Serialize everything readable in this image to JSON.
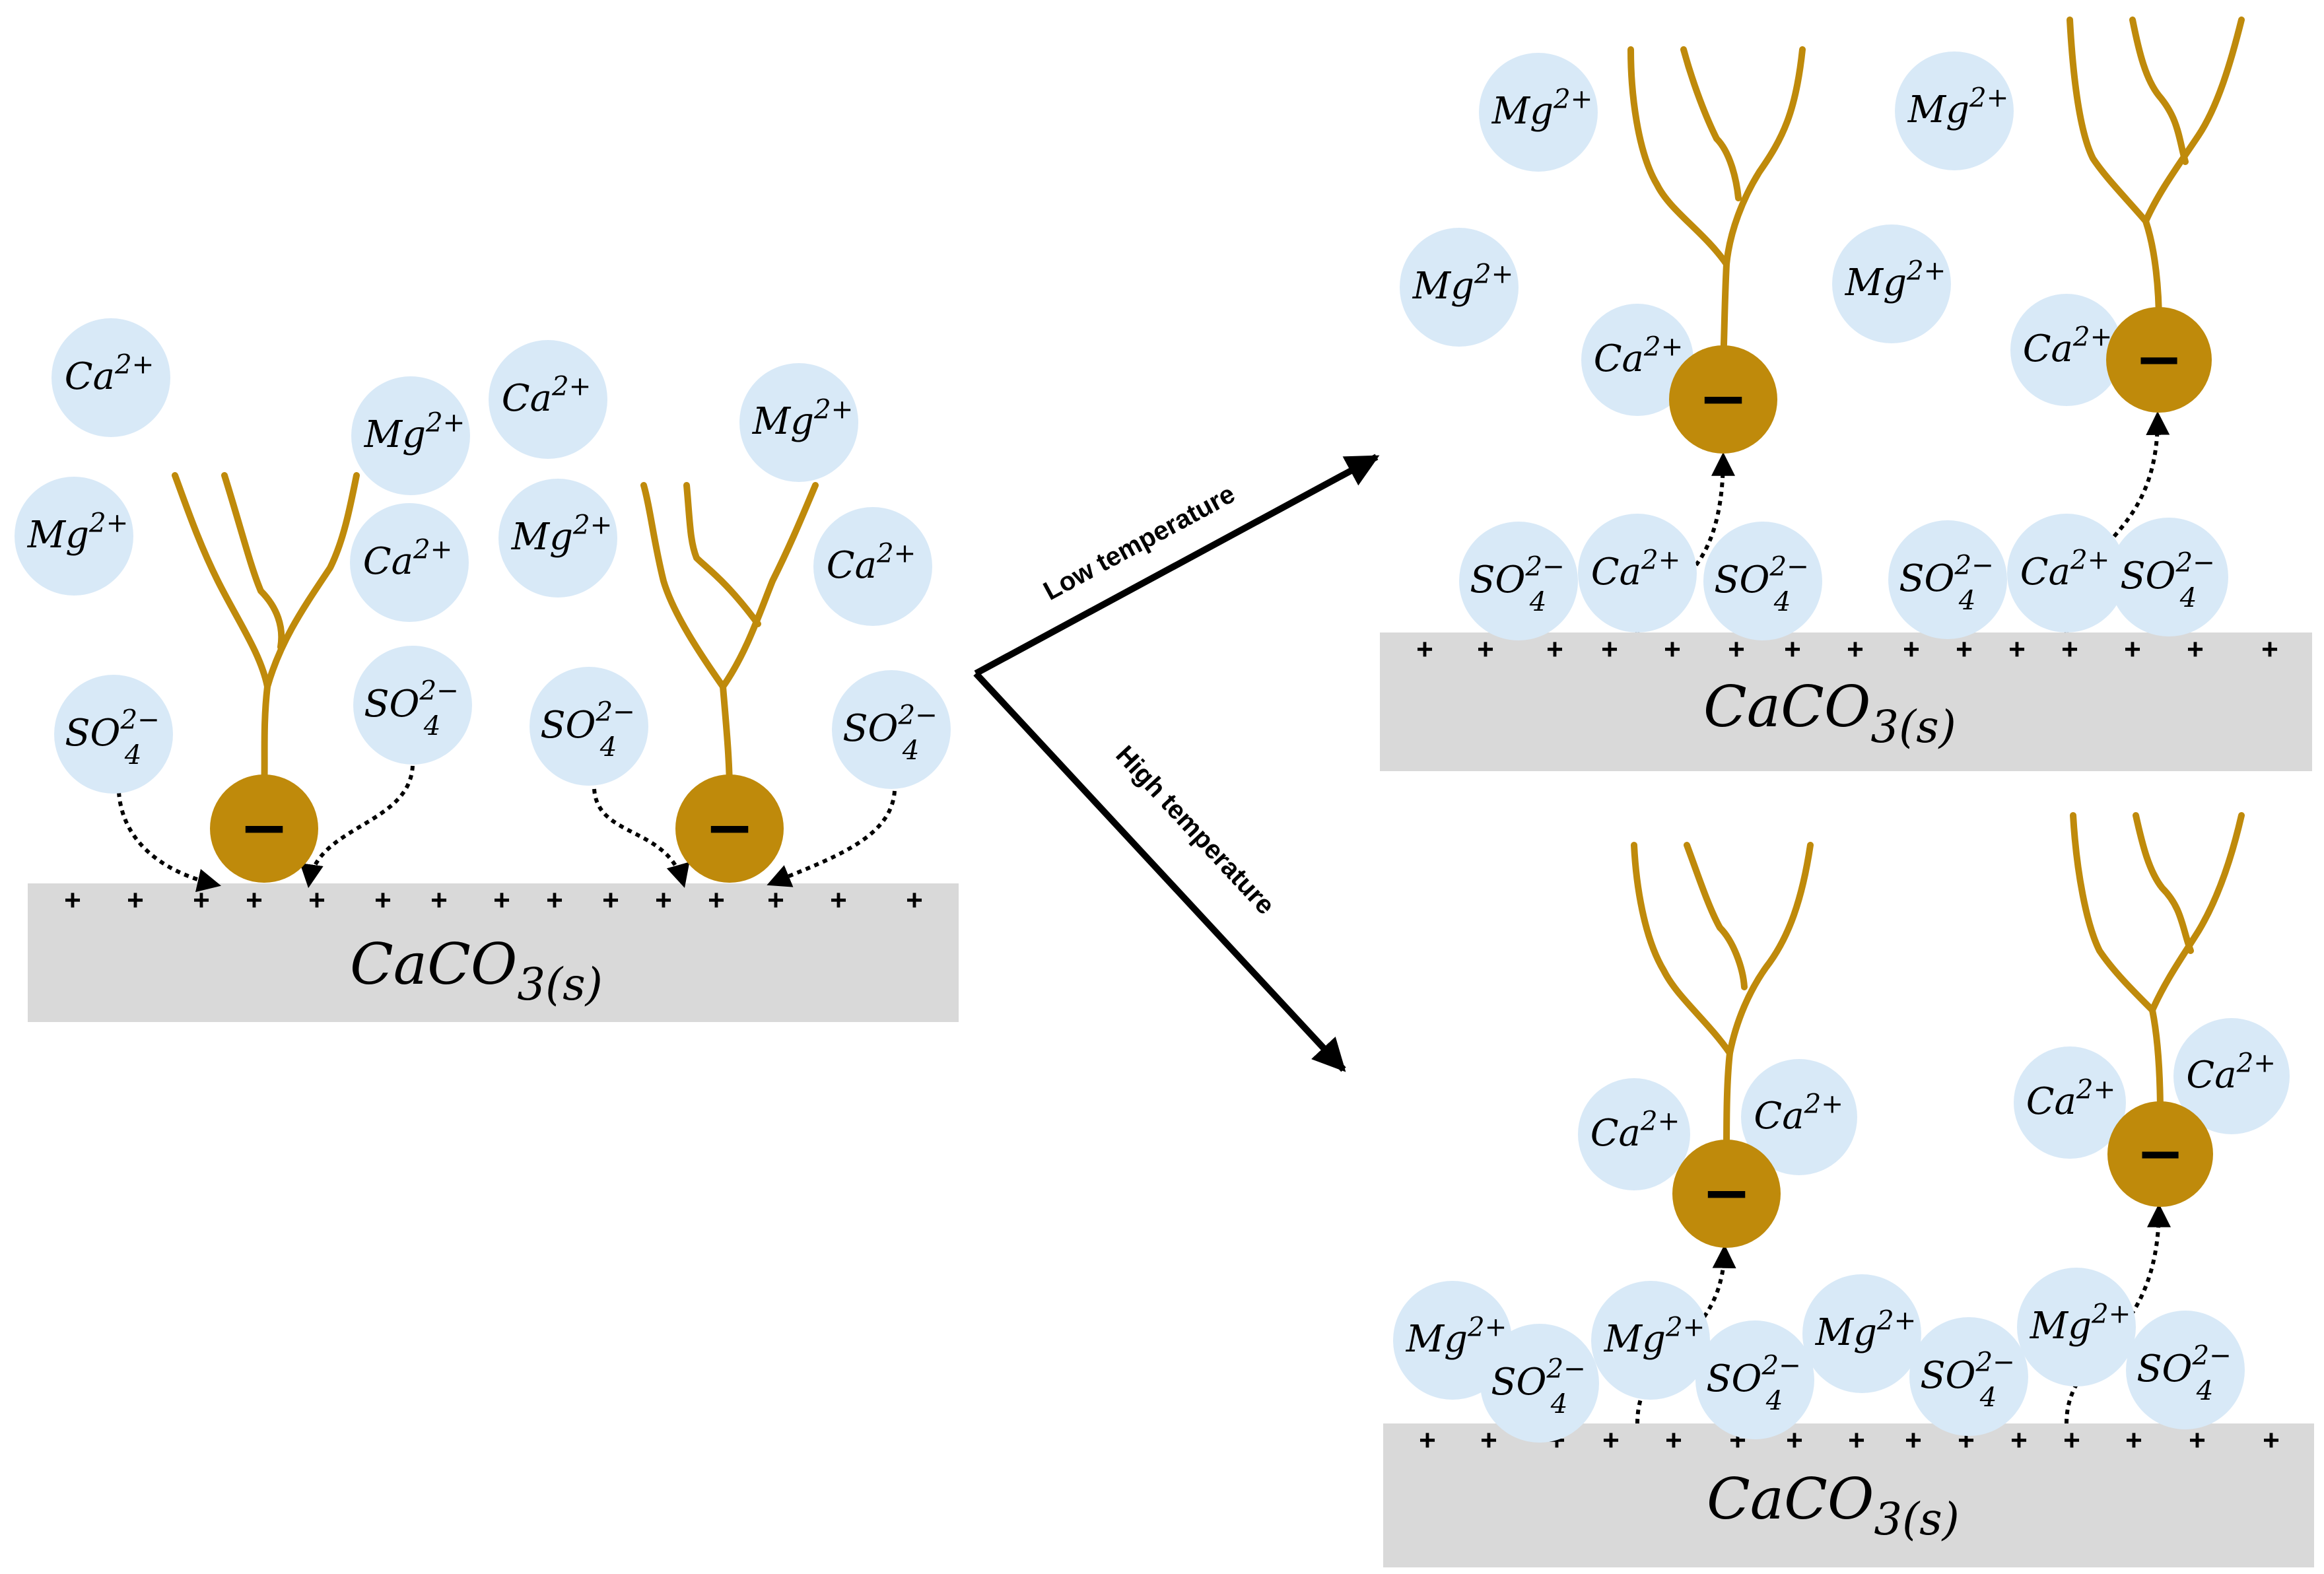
{
  "ions": {
    "ca": {
      "base": "Ca",
      "sup": "2+"
    },
    "mg": {
      "base": "Mg",
      "sup": "2+"
    },
    "so4": {
      "base": "SO",
      "sub": "4",
      "sup": "2−"
    }
  },
  "surface": {
    "base": "CaCO",
    "sub": "3(s)",
    "charge_symbol": "+"
  },
  "head_charge_symbol": "−",
  "arrows": {
    "low": "Low temperature",
    "high": "High temperature"
  },
  "colors": {
    "ion_fill": "#d8e9f7",
    "surfactant": "#bf8a0b",
    "surface": "#d9d9d9",
    "arrow": "#000000"
  }
}
